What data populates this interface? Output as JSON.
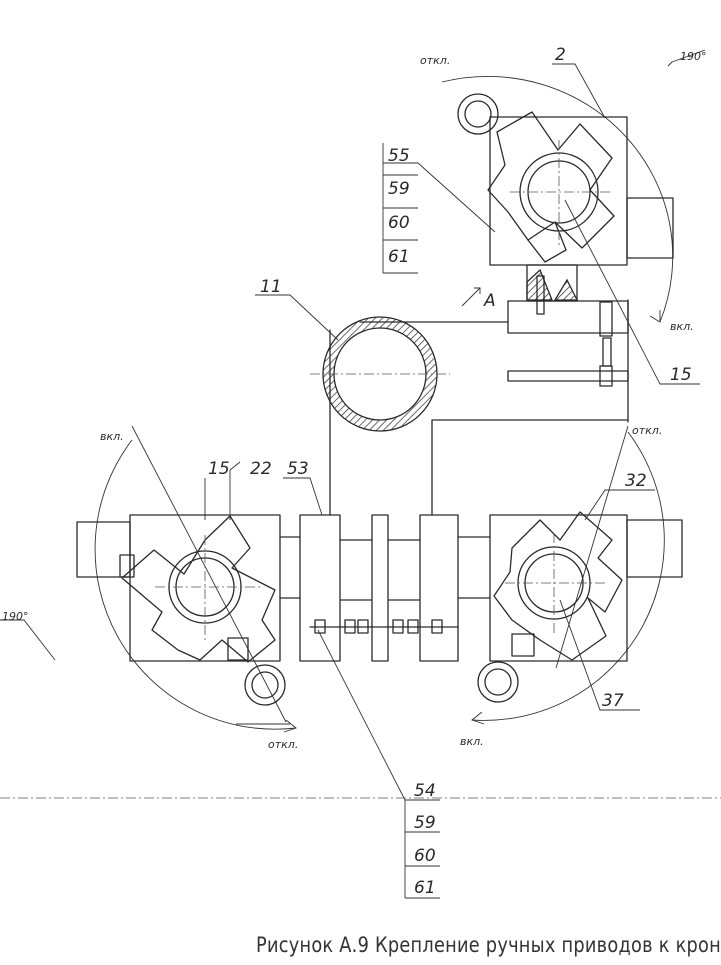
{
  "labels": {
    "top_callout_stack": [
      "55",
      "59",
      "60",
      "61"
    ],
    "bottom_callout_stack": [
      "54",
      "59",
      "60",
      "61"
    ],
    "part_2": "2",
    "part_11": "11",
    "part_15_top": "15",
    "part_15_left": "15",
    "part_22": "22",
    "part_53": "53",
    "part_32": "32",
    "part_37": "37",
    "view_a": "A",
    "otkl_top": "откл.",
    "vkl_top": "вкл.",
    "angle_top": "190°",
    "vkl_left": "вкл.",
    "angle_left": "190°",
    "otkl_left": "откл.",
    "otkl_right": "откл.",
    "vkl_right": "вкл."
  },
  "caption": "Рисунок А.9 Крепление ручных приводов к крон"
}
